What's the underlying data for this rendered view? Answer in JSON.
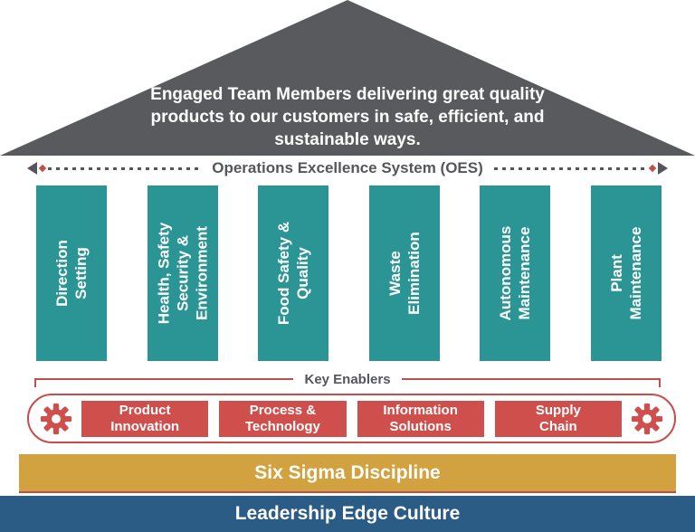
{
  "colors": {
    "roof_gray": "#595A5E",
    "pillar_teal": "#2A9594",
    "enabler_red": "#CF4F4C",
    "capsule_border_red": "#CA4B47",
    "bracket_red": "#C0504D",
    "six_sigma_gold": "#D2A240",
    "leadership_blue": "#2B5C85",
    "muted_label_gray": "#55565A",
    "text_white": "#FFFFFF"
  },
  "roof": {
    "message": "Engaged Team Members delivering great quality\nproducts to our customers in safe, efficient, and\nsustainable ways."
  },
  "oes_banner": {
    "label": "Operations Excellence System (OES)",
    "left_icon": "dashed-arrow-left-icon",
    "right_icon": "dashed-arrow-right-icon"
  },
  "pillars": [
    {
      "label": "Direction\nSetting"
    },
    {
      "label": "Health, Safety\nSecurity &\nEnvironment"
    },
    {
      "label": "Food Safety &\nQuality"
    },
    {
      "label": "Waste\nElimination"
    },
    {
      "label": "Autonomous\nMaintenance"
    },
    {
      "label": "Plant\nMaintenance"
    }
  ],
  "key_enablers": {
    "title": "Key Enablers",
    "left_icon": "gear-icon",
    "right_icon": "gear-icon",
    "items": [
      {
        "label": "Product\nInnovation"
      },
      {
        "label": "Process &\nTechnology"
      },
      {
        "label": "Information\nSolutions"
      },
      {
        "label": "Supply\nChain"
      }
    ]
  },
  "six_sigma_bar": {
    "label": "Six Sigma Discipline"
  },
  "leadership_bar": {
    "label": "Leadership Edge Culture"
  }
}
